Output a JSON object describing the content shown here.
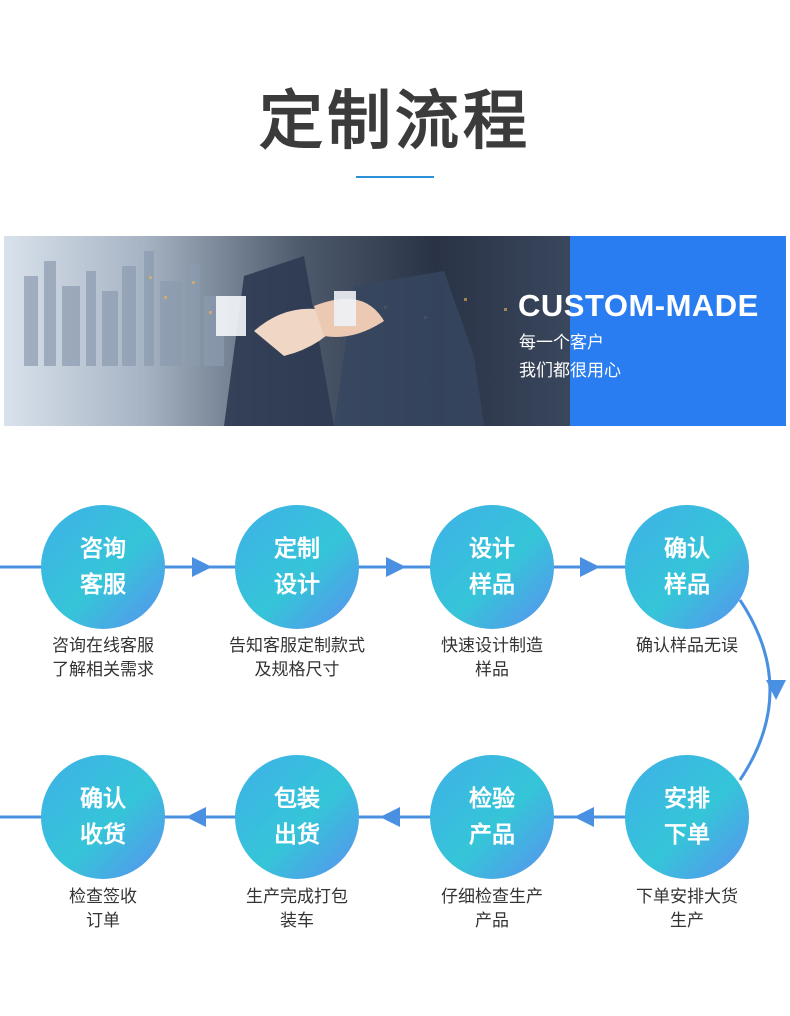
{
  "title": "定制流程",
  "banner": {
    "main": "CUSTOM-MADE",
    "sub1": "每一个客户",
    "sub2": "我们都很用心"
  },
  "steps": [
    {
      "l1": "咨询",
      "l2": "客服",
      "d1": "咨询在线客服",
      "d2": "了解相关需求"
    },
    {
      "l1": "定制",
      "l2": "设计",
      "d1": "告知客服定制款式",
      "d2": "及规格尺寸"
    },
    {
      "l1": "设计",
      "l2": "样品",
      "d1": "快速设计制造",
      "d2": "样品"
    },
    {
      "l1": "确认",
      "l2": "样品",
      "d1": "确认样品无误",
      "d2": ""
    },
    {
      "l1": "安排",
      "l2": "下单",
      "d1": "下单安排大货",
      "d2": "生产"
    },
    {
      "l1": "检验",
      "l2": "产品",
      "d1": "仔细检查生产",
      "d2": "产品"
    },
    {
      "l1": "包装",
      "l2": "出货",
      "d1": "生产完成打包",
      "d2": "装车"
    },
    {
      "l1": "确认",
      "l2": "收货",
      "d1": "检查签收",
      "d2": "订单"
    }
  ],
  "colors": {
    "accent": "#2b8fd6",
    "banner_blue": "#2a7df0",
    "circle_from": "#3fb0e8",
    "circle_to": "#5a8ff0",
    "connector": "#4a90e2"
  }
}
